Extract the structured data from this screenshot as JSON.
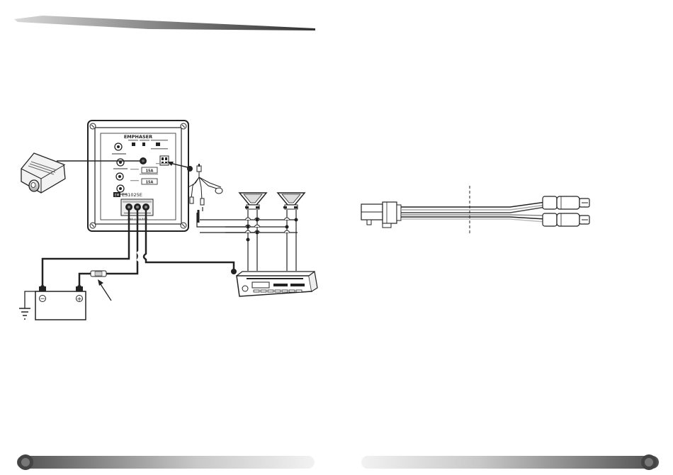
{
  "amp_panel": {
    "brand": "EMPHASER",
    "model": "ES1025E",
    "brand_small": "EM",
    "fuse1": "15A",
    "fuse2": "15A",
    "terminals": "GND +12V REM"
  },
  "battery": {
    "negative_symbol": "−",
    "positive_symbol": "+"
  }
}
